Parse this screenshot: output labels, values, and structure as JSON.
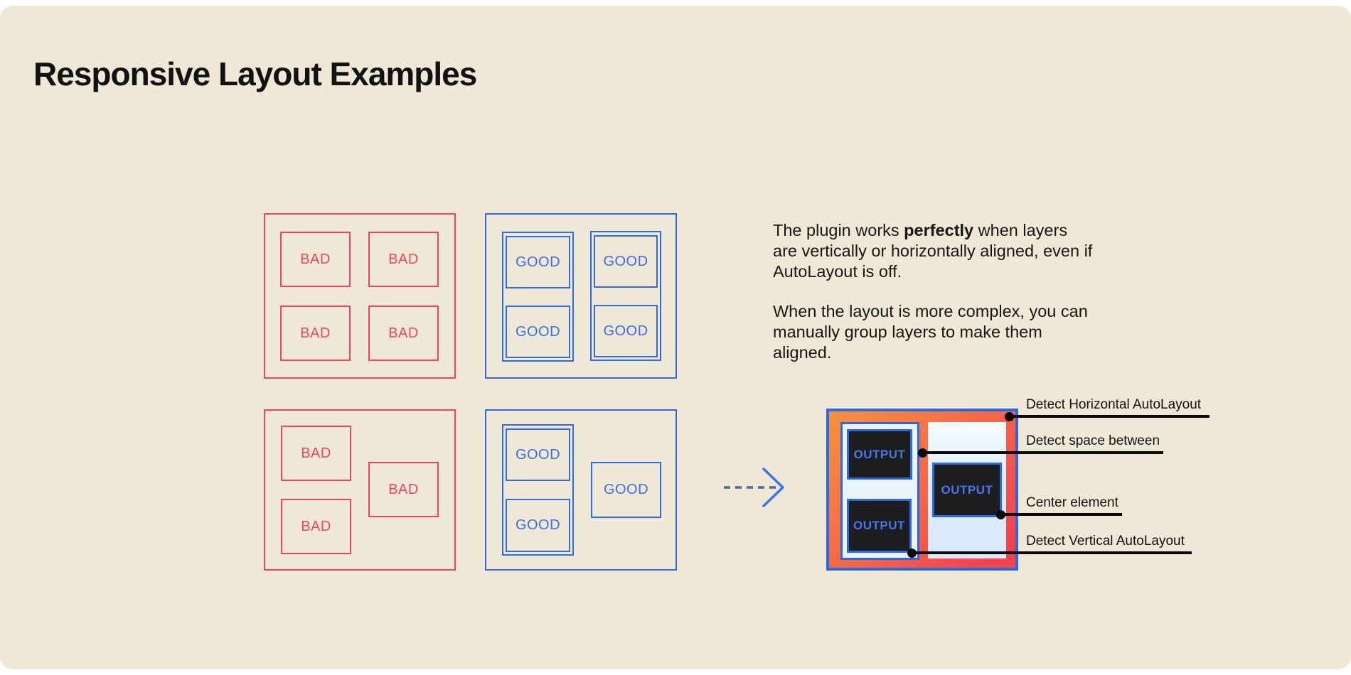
{
  "title": "Responsive Layout Examples",
  "examples": {
    "bad_grid": {
      "cells": [
        "BAD",
        "BAD",
        "BAD",
        "BAD"
      ]
    },
    "good_grid": {
      "groups": [
        {
          "cells": [
            "GOOD",
            "GOOD"
          ]
        },
        {
          "cells": [
            "GOOD",
            "GOOD"
          ]
        }
      ]
    },
    "bad_scattered": {
      "cells": [
        "BAD",
        "BAD",
        "BAD"
      ]
    },
    "good_grouped": {
      "group_cells": [
        "GOOD",
        "GOOD"
      ],
      "single_cell": "GOOD"
    }
  },
  "description": {
    "paragraph1": {
      "before_bold": "The plugin works ",
      "bold": "perfectly",
      "after_bold": " when layers are vertically or horizontally aligned, even if AutoLayout is off."
    },
    "paragraph2": "When the layout is more complex, you can manually group layers to make them aligned."
  },
  "output": {
    "boxes": [
      "OUTPUT",
      "OUTPUT",
      "OUTPUT"
    ]
  },
  "annotations": [
    {
      "label": "Detect Horizontal AutoLayout"
    },
    {
      "label": "Detect space between"
    },
    {
      "label": "Center element"
    },
    {
      "label": "Detect Vertical AutoLayout"
    }
  ],
  "colors": {
    "background": "#EFE8D6",
    "bad": "#E94560",
    "good": "#2F6CE3",
    "output_border": "#2B69E3",
    "output_gradient_start": "#F6913E",
    "output_gradient_end": "#F4434E",
    "callout": "#0B0B0B",
    "text": "#161616"
  }
}
